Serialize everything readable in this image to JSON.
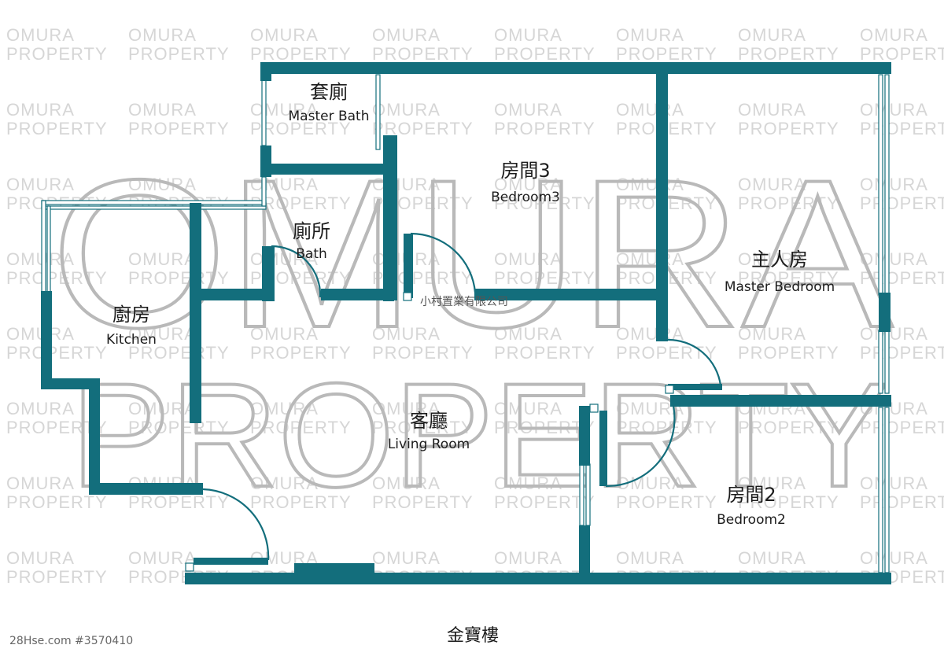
{
  "watermark": {
    "tile_line1": "OMURA",
    "tile_line2": "PROPERTY",
    "big_line1": "OMURA",
    "big_line2": "PROPERTY"
  },
  "rooms": {
    "master_bath": {
      "zh": "套廁",
      "en": "Master Bath"
    },
    "bedroom3": {
      "zh": "房間3",
      "en": "Bedroom3"
    },
    "bath": {
      "zh": "廁所",
      "en": "Bath"
    },
    "master_bedroom": {
      "zh": "主人房",
      "en": "Master Bedroom"
    },
    "kitchen": {
      "zh": "廚房",
      "en": "Kitchen"
    },
    "living_room": {
      "zh": "客廳",
      "en": "Living Room"
    },
    "bedroom2": {
      "zh": "房間2",
      "en": "Bedroom2"
    }
  },
  "agency": "小村置業有限公司",
  "building_name": "金寶樓",
  "listing_id": "28Hse.com #3570410",
  "colors": {
    "wall": "#136e7c",
    "watermark": "#b9b9b9"
  }
}
